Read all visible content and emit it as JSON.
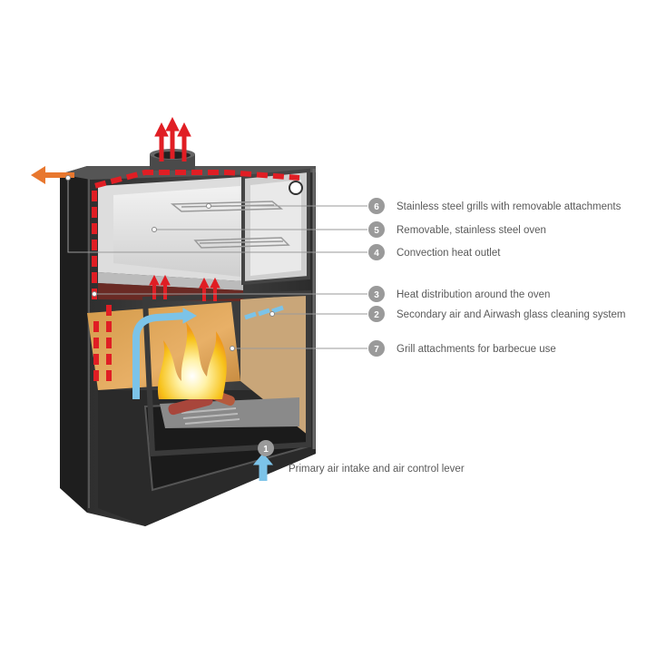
{
  "callouts": [
    {
      "number": "6",
      "label": "Stainless steel grills with removable attachments"
    },
    {
      "number": "5",
      "label": "Removable, stainless steel oven"
    },
    {
      "number": "4",
      "label": "Convection heat outlet"
    },
    {
      "number": "3",
      "label": "Heat distribution around the oven"
    },
    {
      "number": "2",
      "label": "Secondary air and Airwash glass cleaning system"
    },
    {
      "number": "7",
      "label": "Grill attachments for barbecue use"
    },
    {
      "number": "1",
      "label": "Primary air intake and air control lever"
    }
  ],
  "colors": {
    "hot_air": "#e01e24",
    "cool_air": "#7cc3e8",
    "exhaust_arrow": "#e8772e",
    "stove_body": "#3a3a3a",
    "badge": "#9a9a9a",
    "leader_line": "#9a9a9a",
    "fire": "#f7c21b"
  }
}
